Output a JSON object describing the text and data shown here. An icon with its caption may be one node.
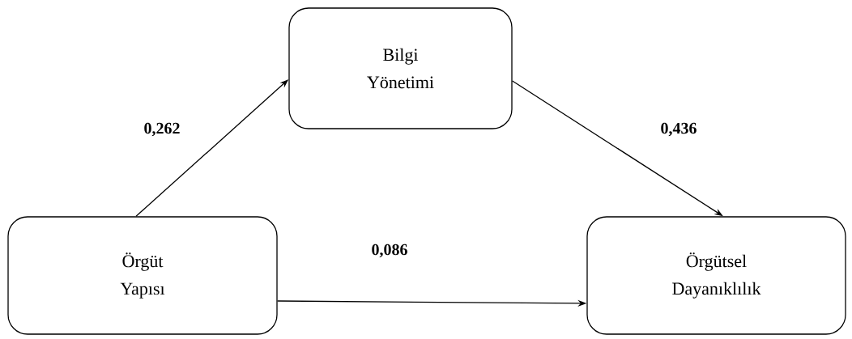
{
  "diagram": {
    "nodes": [
      {
        "text": [
          "Örgüt Yapısı"
        ]
      },
      {
        "text": [
          "Bilgi Yönetimi"
        ]
      },
      {
        "text": [
          "Örgütsel Dayanıklılık"
        ]
      }
    ],
    "edges": [
      {
        "from": 0,
        "to": 1,
        "arrow": "to",
        "label": "0,262"
      },
      {
        "from": 1,
        "to": 2,
        "arrow": "to",
        "label": "0,436"
      },
      {
        "from": 0,
        "to": 2,
        "arrow": "to",
        "label": "0,086"
      }
    ]
  }
}
